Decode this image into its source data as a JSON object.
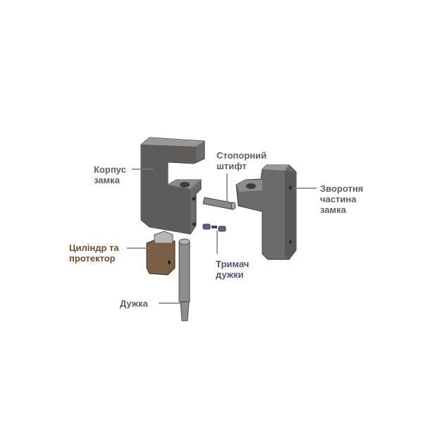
{
  "labels": {
    "body": "Корпус\nзамка",
    "stop_pin": "Стопорний\nштифт",
    "back_part": "Зворотня\nчастина\nзамка",
    "cylinder": "Циліндр та\nпротектор",
    "retainer": "Тримач\nдужки",
    "shackle": "Дужка"
  },
  "colors": {
    "label_gray": "#5f5f5f",
    "label_brown": "#6e4c2c",
    "label_purple": "#5f4b7a",
    "metal": "#6f6d6b",
    "brass": "#7a5f45"
  }
}
